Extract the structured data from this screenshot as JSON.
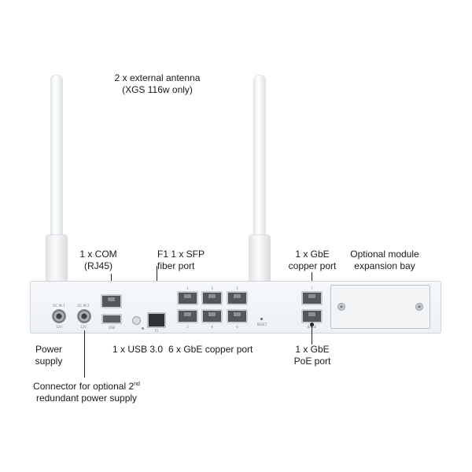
{
  "labels": {
    "antenna_line1": "2 x external antenna",
    "antenna_line2": "(XGS 116w only)",
    "com_line1": "1 x COM",
    "com_line2": "(RJ45)",
    "sfp_line1": "F1 1 x SFP",
    "sfp_line2": "fiber port",
    "gbe_copper_line1": "1 x GbE",
    "gbe_copper_line2": "copper port",
    "module_line1": "Optional module",
    "module_line2": "expansion bay",
    "power_line1": "Power",
    "power_line2": "supply",
    "usb": "1 x USB 3.0",
    "six_gbe": "6 x GbE copper port",
    "poe_line1": "1 x GbE",
    "poe_line2": "PoE port",
    "connector_line1": "Connector for optional 2",
    "connector_sup": "nd",
    "connector_line2": "redundant power supply"
  },
  "device": {
    "dc_in_1": "DC IN 1",
    "dc_in_1_volt": "12V",
    "dc_in_2": "DC IN 2",
    "dc_in_2_volt": "12V",
    "usb_tag": "USB",
    "sfp_tag": "F1",
    "reset_tag": "RESET",
    "port_top_numbers": [
      "1",
      "3",
      "5"
    ],
    "port_bottom_numbers": [
      "2",
      "4",
      "6"
    ],
    "port7_tag": "7",
    "poe_tag": "8/PoE"
  }
}
